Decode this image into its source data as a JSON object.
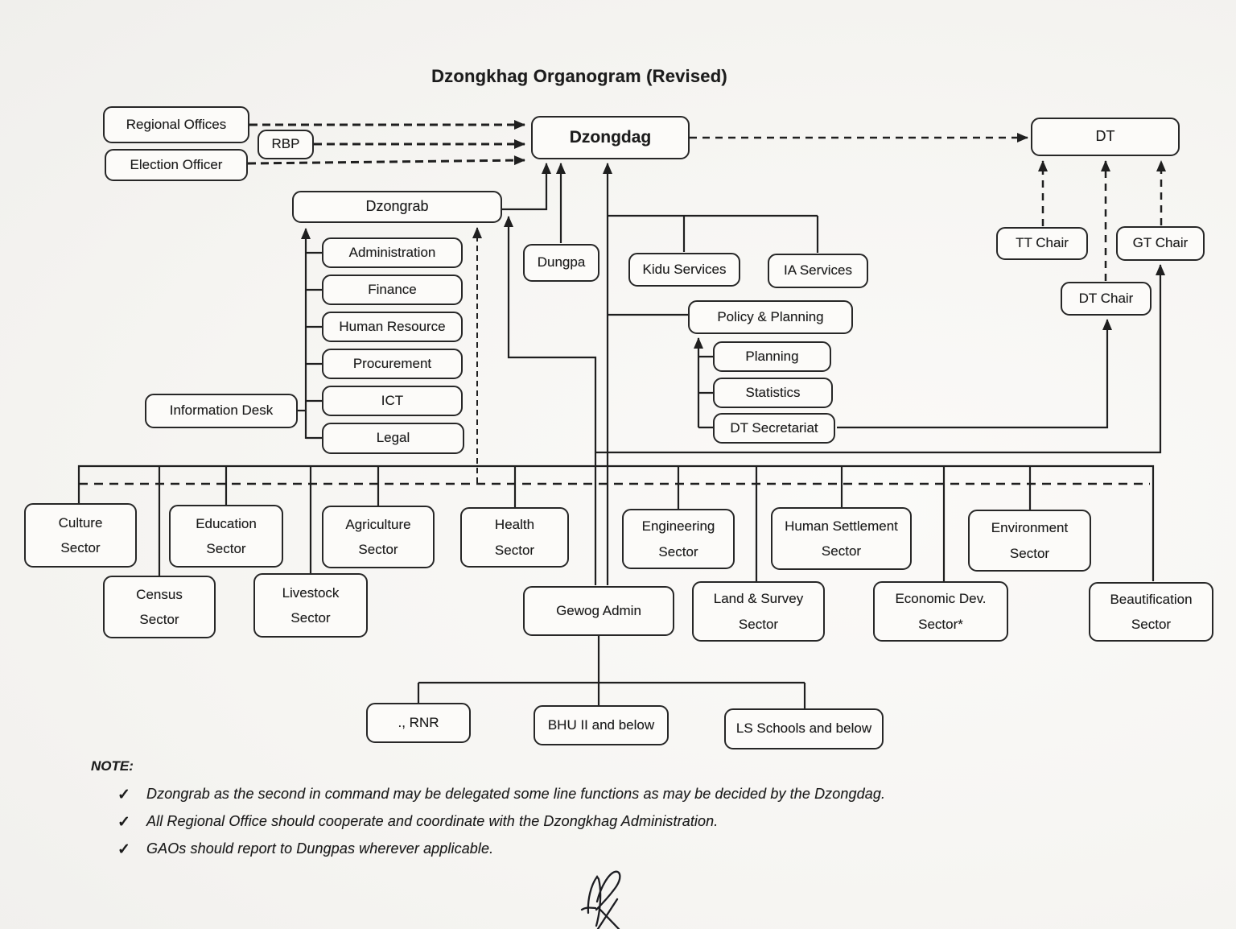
{
  "title": "Dzongkhag Organogram (Revised)",
  "nodes": {
    "regional_offices": "Regional Offices",
    "rbp": "RBP",
    "election_officer": "Election Officer",
    "dzongdag": "Dzongdag",
    "dt": "DT",
    "dzongrab": "Dzongrab",
    "administration": "Administration",
    "finance": "Finance",
    "human_resource": "Human Resource",
    "procurement": "Procurement",
    "ict": "ICT",
    "legal": "Legal",
    "information_desk": "Information Desk",
    "dungpa": "Dungpa",
    "kidu_services": "Kidu Services",
    "ia_services": "IA Services",
    "policy_planning": "Policy & Planning",
    "planning": "Planning",
    "statistics": "Statistics",
    "dt_secretariat": "DT Secretariat",
    "tt_chair": "TT Chair",
    "gt_chair": "GT Chair",
    "dt_chair": "DT Chair",
    "culture_sector": "Culture\nSector",
    "education_sector": "Education\nSector",
    "agriculture_sector": "Agriculture\nSector",
    "health_sector": "Health\nSector",
    "engineering_sector": "Engineering\nSector",
    "human_settlement_sector": "Human Settlement\nSector",
    "environment_sector": "Environment\nSector",
    "census_sector": "Census\nSector",
    "livestock_sector": "Livestock\nSector",
    "gewog_admin": "Gewog Admin",
    "land_survey_sector": "Land & Survey\nSector",
    "economic_dev_sector": "Economic Dev.\nSector*",
    "beautification_sector": "Beautification\nSector",
    "rnr": "., RNR",
    "bhu": "BHU II and below",
    "ls_schools": "LS Schools and below"
  },
  "note": {
    "heading": "NOTE:",
    "check_glyph": "✓",
    "items": [
      "Dzongrab as the second in command may be delegated some line functions as may be decided by the Dzongdag.",
      "All Regional Office should cooperate and coordinate with the Dzongkhag Administration.",
      "GAOs should report to Dungpas wherever applicable."
    ]
  },
  "colors": {
    "ink": "#1f1f1f",
    "paper": "#f7f6f3"
  }
}
